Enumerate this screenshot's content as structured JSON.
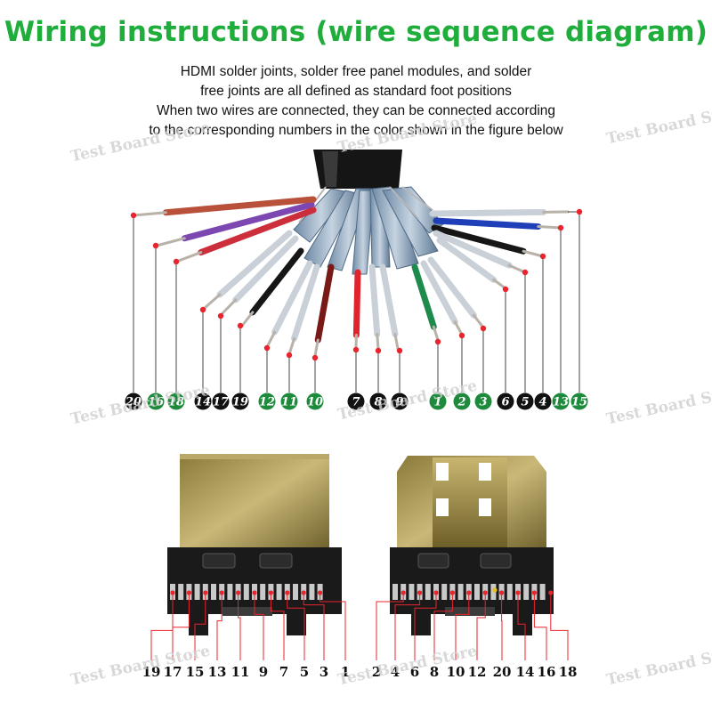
{
  "title": "Wiring instructions (wire sequence diagram)",
  "description": [
    "HDMI solder joints, solder free panel modules, and solder",
    "free joints are all defined as standard foot positions",
    "When two wires are connected, they can be connected according",
    "to the corresponding numbers in the color shown in the figure below"
  ],
  "watermark": "Test Board Store",
  "wire_numbers": [
    "20",
    "16",
    "18",
    "14",
    "17",
    "19",
    "12",
    "11",
    "10",
    "7",
    "8",
    "9",
    "1",
    "2",
    "3",
    "6",
    "5",
    "4",
    "13",
    "15"
  ],
  "wire_badge_colors": {
    "20": "#111111",
    "16": "#1e8a3c",
    "18": "#1e8a3c",
    "14": "#111111",
    "17": "#111111",
    "19": "#111111",
    "12": "#1e8a3c",
    "11": "#1e8a3c",
    "10": "#1e8a3c",
    "7": "#111111",
    "8": "#111111",
    "9": "#111111",
    "1": "#1e8a3c",
    "2": "#1e8a3c",
    "3": "#1e8a3c",
    "6": "#111111",
    "5": "#111111",
    "4": "#111111",
    "13": "#1e8a3c",
    "15": "#1e8a3c"
  },
  "left_connector_pins": [
    "19",
    "17",
    "15",
    "13",
    "11",
    "9",
    "7",
    "5",
    "3",
    "1"
  ],
  "right_connector_pins": [
    "2",
    "4",
    "6",
    "8",
    "10",
    "12",
    "20",
    "14",
    "16",
    "18"
  ]
}
